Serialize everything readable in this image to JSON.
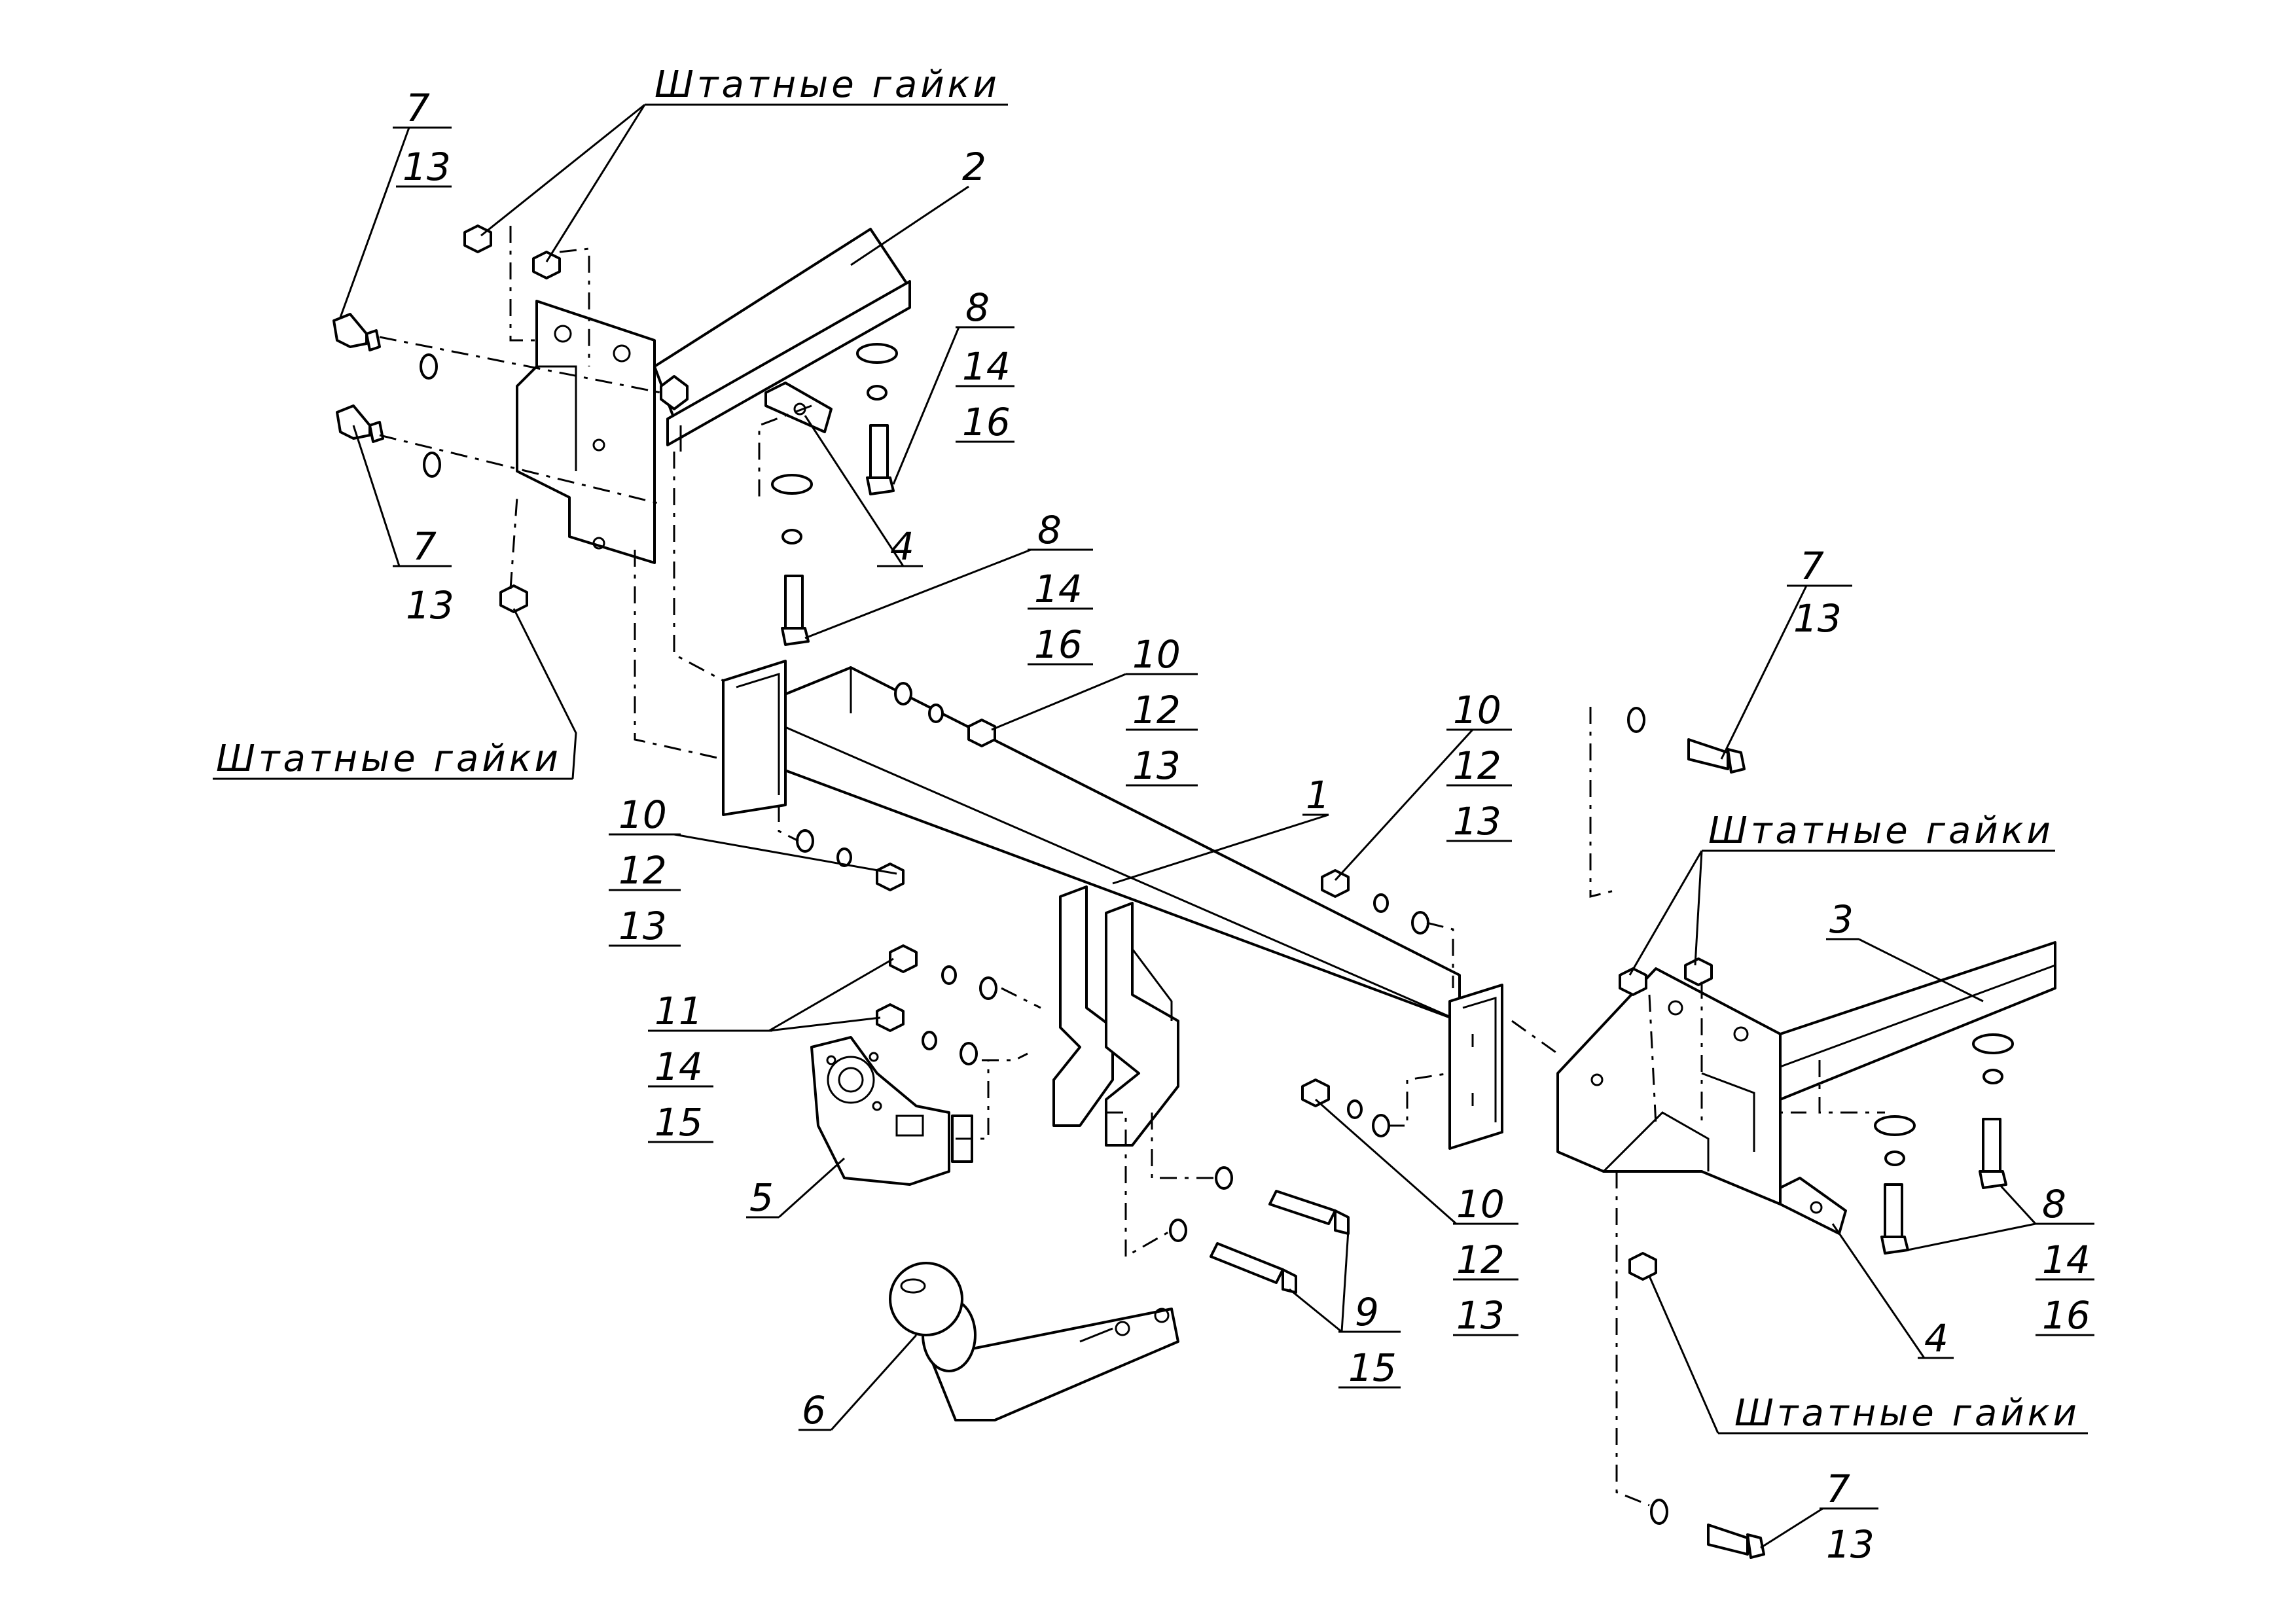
{
  "callouts": {
    "std_nuts_top": "Штатные гайки",
    "std_nuts_left": "Штатные гайки",
    "std_nuts_right_top": "Штатные гайки",
    "std_nuts_right_bottom": "Штатные гайки",
    "c7_13_tl": [
      "7",
      "13"
    ],
    "c7_13_ml": [
      "7",
      "13"
    ],
    "c2": "2",
    "c8_14_16_top": [
      "8",
      "14",
      "16"
    ],
    "c4_left": "4",
    "c8_14_16_mid": [
      "8",
      "14",
      "16"
    ],
    "c10_12_13_a": [
      "10",
      "12",
      "13"
    ],
    "c10_12_13_b": [
      "10",
      "12",
      "13"
    ],
    "c10_12_13_c": [
      "10",
      "12",
      "13"
    ],
    "c10_12_13_d": [
      "10",
      "12",
      "13"
    ],
    "c1": "1",
    "c7_13_tr": [
      "7",
      "13"
    ],
    "c3": "3",
    "c11_14_15": [
      "11",
      "14",
      "15"
    ],
    "c5": "5",
    "c6": "6",
    "c9_15": [
      "9",
      "15"
    ],
    "c8_14_16_right": [
      "8",
      "14",
      "16"
    ],
    "c4_right": "4",
    "c7_13_br": [
      "7",
      "13"
    ]
  }
}
